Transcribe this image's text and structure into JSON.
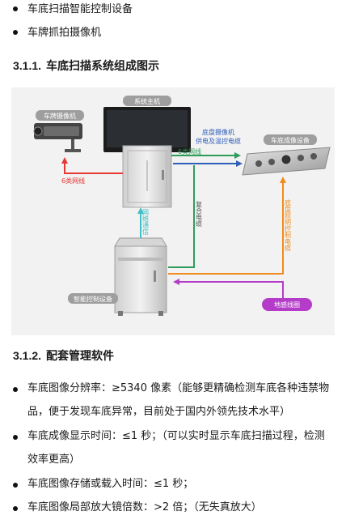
{
  "top_bullets": [
    "车底扫描智能控制设备",
    "车牌抓拍摄像机"
  ],
  "section_311": {
    "number": "3.1.1.",
    "title": "车底扫描系统组成图示"
  },
  "diagram": {
    "labels": {
      "camera": "车牌摄像机",
      "host": "系统主机",
      "imaging": "车底成像设备",
      "controller": "智能控制设备",
      "loop": "地感线圈"
    },
    "links": {
      "cat6_left": "6类网线",
      "cat6_right": "6类网线",
      "chassis_cam_1": "底盘摄像机",
      "chassis_cam_2": "供电及温控电缆",
      "network": "网络通信",
      "composite": "复合电缆",
      "lighting": "底盘照明控制电缆"
    },
    "colors": {
      "red": "#e53935",
      "green": "#2e9d5a",
      "blue": "#2f5fb8",
      "cyan": "#3fc0c8",
      "orange": "#f08c1e",
      "purple": "#b43cc8",
      "panel": "#f2f2f2"
    }
  },
  "section_312": {
    "number": "3.1.2.",
    "title": "配套管理软件"
  },
  "specs": [
    {
      "lines": [
        "车底图像分辨率：≥5340 像素（能够更精确检测车底各种违禁物",
        "品，便于发现车底异常，目前处于国内外领先技术水平）"
      ]
    },
    {
      "lines": [
        "车底成像显示时间：≤1 秒；（可以实时显示车底扫描过程，检测",
        "效率更高）"
      ]
    },
    {
      "lines": [
        "车底图像存储或载入时间：≤1 秒；"
      ]
    },
    {
      "lines": [
        "车底图像局部放大镜倍数：>2 倍；（无失真放大）"
      ]
    }
  ]
}
